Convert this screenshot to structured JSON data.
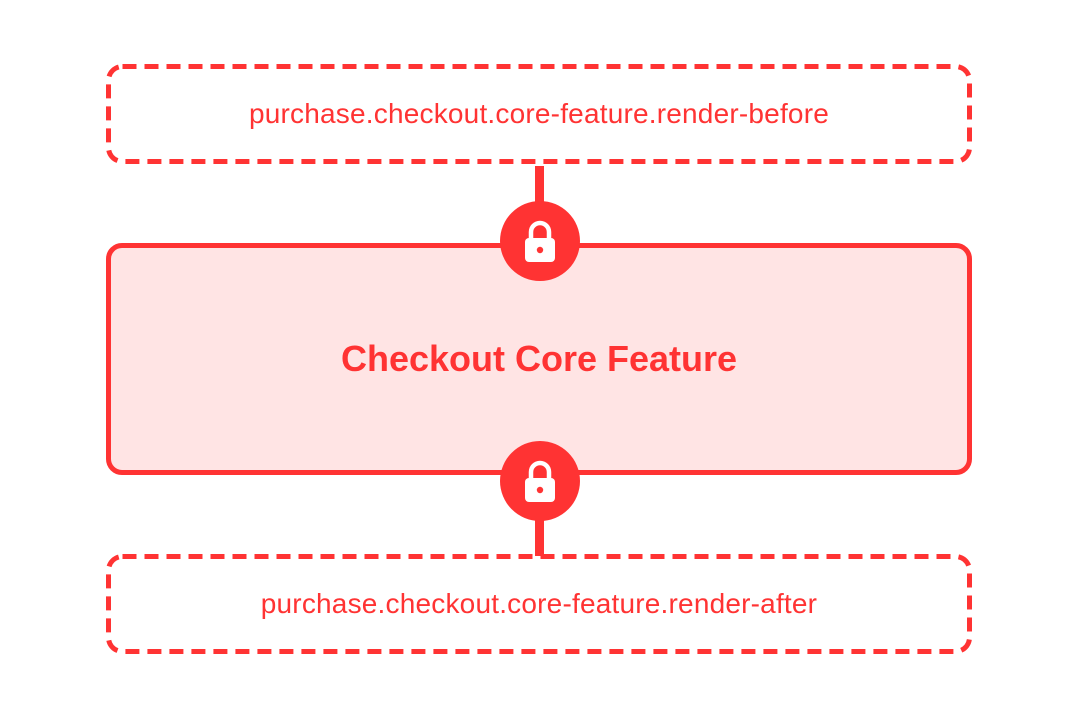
{
  "diagram": {
    "before_slot": {
      "label": "purchase.checkout.core-feature.render-before"
    },
    "core_feature": {
      "title": "Checkout Core Feature"
    },
    "after_slot": {
      "label": "purchase.checkout.core-feature.render-after"
    },
    "lock_top_icon": "lock-icon",
    "lock_bottom_icon": "lock-icon",
    "colors": {
      "accent": "#ff3333",
      "core_fill": "#ffe4e4",
      "background": "#ffffff",
      "icon_fg": "#ffffff"
    }
  }
}
